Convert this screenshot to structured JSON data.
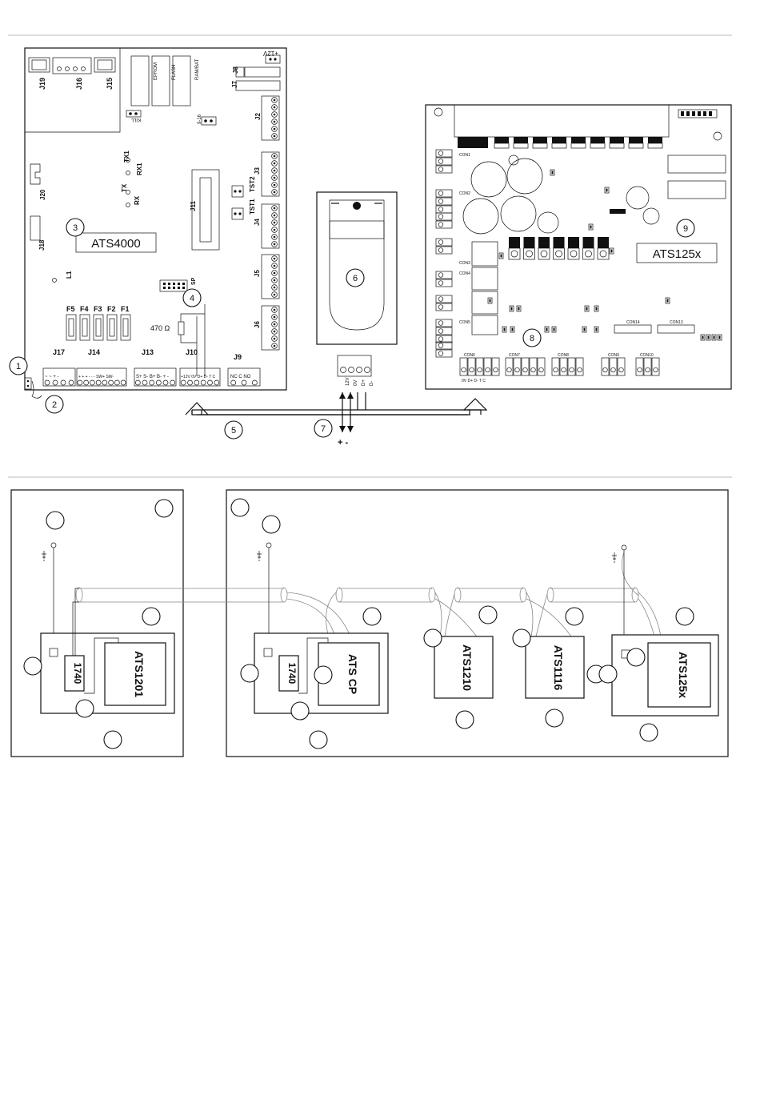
{
  "top": {
    "boards": {
      "ats4000": "ATS4000",
      "ats125x": "ATS125x"
    },
    "callouts": [
      "1",
      "2",
      "3",
      "4",
      "5",
      "6",
      "7",
      "8",
      "9"
    ],
    "resistor": "470 Ω",
    "ats4000_headers": [
      {
        "id": "J19"
      },
      {
        "id": "J16"
      },
      {
        "id": "J15"
      },
      {
        "id": "J8"
      },
      {
        "id": "J7"
      },
      {
        "id": "J2"
      },
      {
        "id": "J3"
      },
      {
        "id": "J4"
      },
      {
        "id": "J5"
      },
      {
        "id": "J6"
      },
      {
        "id": "J20"
      },
      {
        "id": "J18"
      },
      {
        "id": "J11"
      },
      {
        "id": "J17"
      },
      {
        "id": "J14"
      },
      {
        "id": "J13"
      },
      {
        "id": "J10"
      },
      {
        "id": "J9"
      }
    ],
    "chips": [
      "EPROM",
      "FLASH",
      "RAM/BAT"
    ],
    "signals": {
      "tx1": "TX1",
      "rx1": "RX1",
      "tx": "TX",
      "rx": "RX",
      "tst1": "TST1",
      "tst2": "TST2",
      "l1": "L1",
      "kill": "KILL",
      "opt": "9-16",
      "sp": "SP",
      "plus12v": "+12V"
    },
    "fuses": [
      "F5",
      "F4",
      "F3",
      "F2",
      "F1"
    ],
    "terminals": {
      "j17": "~  ~    +  -",
      "j14": "+  +  +  -  -  -  SW+  SW-",
      "j13": "S+  S-  B+  B-  +   -",
      "j10": "+12V 0V  D+  D-  T  C",
      "j9": "NC  C  NO"
    },
    "keypad_terminals": [
      "12V",
      "0V",
      "D+",
      "D-"
    ],
    "polarity": "+  -",
    "ats125x_connectors": {
      "con1": "CON1",
      "con2": "CON2",
      "con3": "CON3",
      "con4": "CON4",
      "con5": "CON5",
      "con6": "CON6",
      "con7": "CON7",
      "con8": "CON8",
      "con9": "CON9",
      "con10": "CON10",
      "con13": "CON13",
      "con14": "CON14"
    },
    "con6_terminals": "0V  D+  D-  T  C"
  },
  "bottom": {
    "modules": {
      "m1740_a": "1740",
      "ats1201": "ATS1201",
      "m1740_b": "1740",
      "ats_cp": "ATS CP",
      "ats1210": "ATS1210",
      "ats1116": "ATS1116",
      "ats125x": "ATS125x"
    }
  }
}
